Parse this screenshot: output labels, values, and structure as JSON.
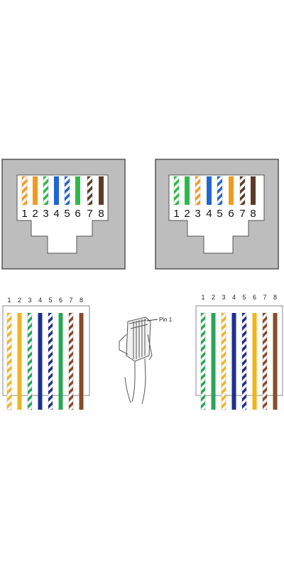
{
  "colors": {
    "orange": "#f39a1e",
    "green": "#2fb84a",
    "blue": "#1f66d1",
    "brown": "#5e3b28",
    "white": "#ffffff",
    "housing_gray": "#bdbdbd",
    "housing_edge": "#555555",
    "navy": "#1f2f8f",
    "yellow": "#f1b51a",
    "bright_green": "#2aa55a",
    "brown2": "#8a4a2a"
  },
  "jack_a": {
    "pins": [
      {
        "label": "1",
        "stripe": true,
        "color": "orange"
      },
      {
        "label": "2",
        "stripe": false,
        "color": "orange"
      },
      {
        "label": "3",
        "stripe": true,
        "color": "green"
      },
      {
        "label": "4",
        "stripe": false,
        "color": "blue"
      },
      {
        "label": "5",
        "stripe": true,
        "color": "blue"
      },
      {
        "label": "6",
        "stripe": false,
        "color": "green"
      },
      {
        "label": "7",
        "stripe": true,
        "color": "brown"
      },
      {
        "label": "8",
        "stripe": false,
        "color": "brown"
      }
    ]
  },
  "jack_b": {
    "pins": [
      {
        "label": "1",
        "stripe": true,
        "color": "green"
      },
      {
        "label": "2",
        "stripe": false,
        "color": "green"
      },
      {
        "label": "3",
        "stripe": true,
        "color": "orange"
      },
      {
        "label": "4",
        "stripe": false,
        "color": "blue"
      },
      {
        "label": "5",
        "stripe": true,
        "color": "blue"
      },
      {
        "label": "6",
        "stripe": false,
        "color": "orange"
      },
      {
        "label": "7",
        "stripe": true,
        "color": "brown"
      },
      {
        "label": "8",
        "stripe": false,
        "color": "brown"
      }
    ]
  },
  "cable_a": {
    "numbers": [
      "1",
      "2",
      "3",
      "4",
      "5",
      "6",
      "7",
      "8"
    ],
    "wires": [
      {
        "stripe": true,
        "color": "yellow"
      },
      {
        "stripe": false,
        "color": "yellow"
      },
      {
        "stripe": true,
        "color": "bright_green"
      },
      {
        "stripe": false,
        "color": "navy"
      },
      {
        "stripe": true,
        "color": "navy"
      },
      {
        "stripe": false,
        "color": "bright_green"
      },
      {
        "stripe": true,
        "color": "brown2"
      },
      {
        "stripe": false,
        "color": "brown2"
      }
    ]
  },
  "cable_b": {
    "numbers": [
      "1",
      "2",
      "3",
      "4",
      "5",
      "6",
      "7",
      "8"
    ],
    "wires": [
      {
        "stripe": true,
        "color": "bright_green"
      },
      {
        "stripe": false,
        "color": "bright_green"
      },
      {
        "stripe": true,
        "color": "yellow"
      },
      {
        "stripe": false,
        "color": "navy"
      },
      {
        "stripe": true,
        "color": "navy"
      },
      {
        "stripe": false,
        "color": "yellow"
      },
      {
        "stripe": true,
        "color": "brown2"
      },
      {
        "stripe": false,
        "color": "brown2"
      }
    ]
  },
  "connector": {
    "pin_label": "Pin 1",
    "icon": "rj45-plug-icon"
  }
}
